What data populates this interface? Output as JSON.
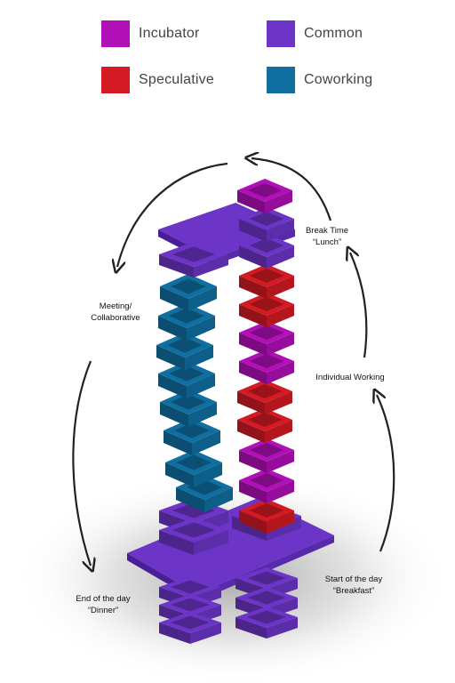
{
  "legend": {
    "items": [
      {
        "label": "Incubator",
        "color": "#b10fb8"
      },
      {
        "label": "Common",
        "color": "#6c35c7"
      },
      {
        "label": "Speculative",
        "color": "#d41a23"
      },
      {
        "label": "Coworking",
        "color": "#0f6fa1"
      }
    ]
  },
  "cycle": {
    "break_line1": "Break Time",
    "break_line2": "“Lunch”",
    "meeting_line1": "Meeting/",
    "meeting_line2": "Collaborative",
    "individual": "Individual Working",
    "start_line1": "Start of the day",
    "start_line2": "“Breakfast”",
    "end_line1": "End of the day",
    "end_line2": "“Dinner”"
  },
  "colors": {
    "incubator": "#b10fb8",
    "common": "#6c35c7",
    "speculative": "#d41a23",
    "coworking": "#0f6fa1"
  }
}
